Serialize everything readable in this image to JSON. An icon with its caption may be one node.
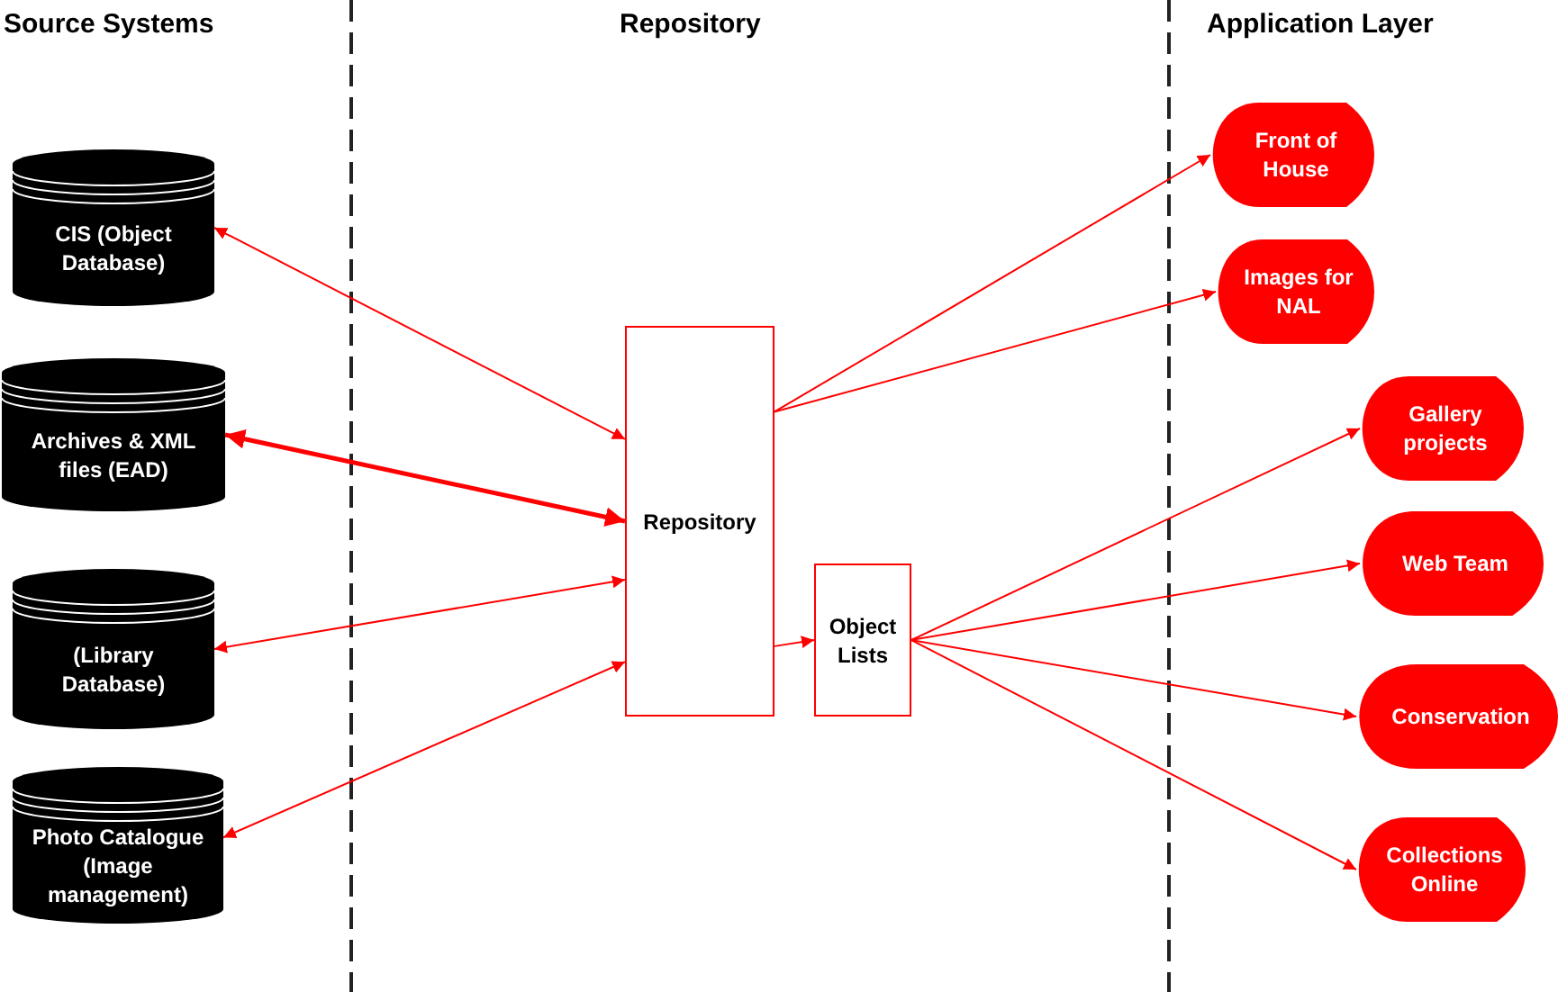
{
  "diagram": {
    "nodes": [
      {
        "text": [
          "CIS (Object Database)"
        ]
      },
      {
        "text": [
          "Archives & XML files (EAD)"
        ]
      },
      {
        "text": [
          "(Library Database)"
        ]
      },
      {
        "text": [
          "Photo Catalogue (Image management)"
        ]
      },
      {
        "text": [
          "Repository"
        ]
      },
      {
        "text": [
          "Object Lists"
        ]
      },
      {
        "text": [
          "Front of House"
        ]
      },
      {
        "text": [
          "Images for NAL"
        ]
      },
      {
        "text": [
          "Gallery projects"
        ]
      },
      {
        "text": [
          "Web Team"
        ]
      },
      {
        "text": [
          "Conservation"
        ]
      },
      {
        "text": [
          "Collections Online"
        ]
      }
    ],
    "edges": [
      {
        "from": 0,
        "to": 4,
        "arrow": "both"
      },
      {
        "from": 1,
        "to": 4,
        "arrow": "both",
        "style": "thick"
      },
      {
        "from": 2,
        "to": 4,
        "arrow": "both"
      },
      {
        "from": 3,
        "to": 4,
        "arrow": "both"
      },
      {
        "from": 4,
        "to": 5,
        "arrow": "to"
      },
      {
        "from": 4,
        "to": 6,
        "arrow": "to"
      },
      {
        "from": 4,
        "to": 7,
        "arrow": "to"
      },
      {
        "from": 5,
        "to": 8,
        "arrow": "to"
      },
      {
        "from": 5,
        "to": 9,
        "arrow": "to"
      },
      {
        "from": 5,
        "to": 10,
        "arrow": "to"
      },
      {
        "from": 5,
        "to": 11,
        "arrow": "to"
      }
    ],
    "labels": [
      "Source Systems",
      "Repository",
      "Application Layer"
    ]
  }
}
